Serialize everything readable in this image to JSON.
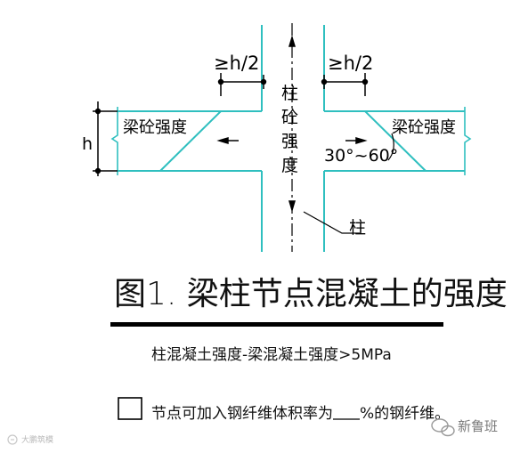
{
  "diagram": {
    "column_label": [
      "柱",
      "砼",
      "强",
      "度"
    ],
    "beam_left_label": "梁砼强度",
    "beam_right_label": "梁砼强度",
    "dim_left": "≥h/2",
    "dim_right": "≥h/2",
    "height_label": "h",
    "angle_label": "30°~60°",
    "column_leader_label": "柱",
    "colors": {
      "outline": "#2fbfbf",
      "ink": "#000000"
    }
  },
  "caption": {
    "title": "图1. 梁柱节点混凝土的强度",
    "rule_text": "柱混凝土强度-梁混凝土强度>5MPa",
    "note_before": "节点可加入钢纤维体积率为",
    "note_after": "%的钢纤维。"
  },
  "watermark": {
    "left": "大鹏筑模",
    "right": "新鲁班"
  }
}
